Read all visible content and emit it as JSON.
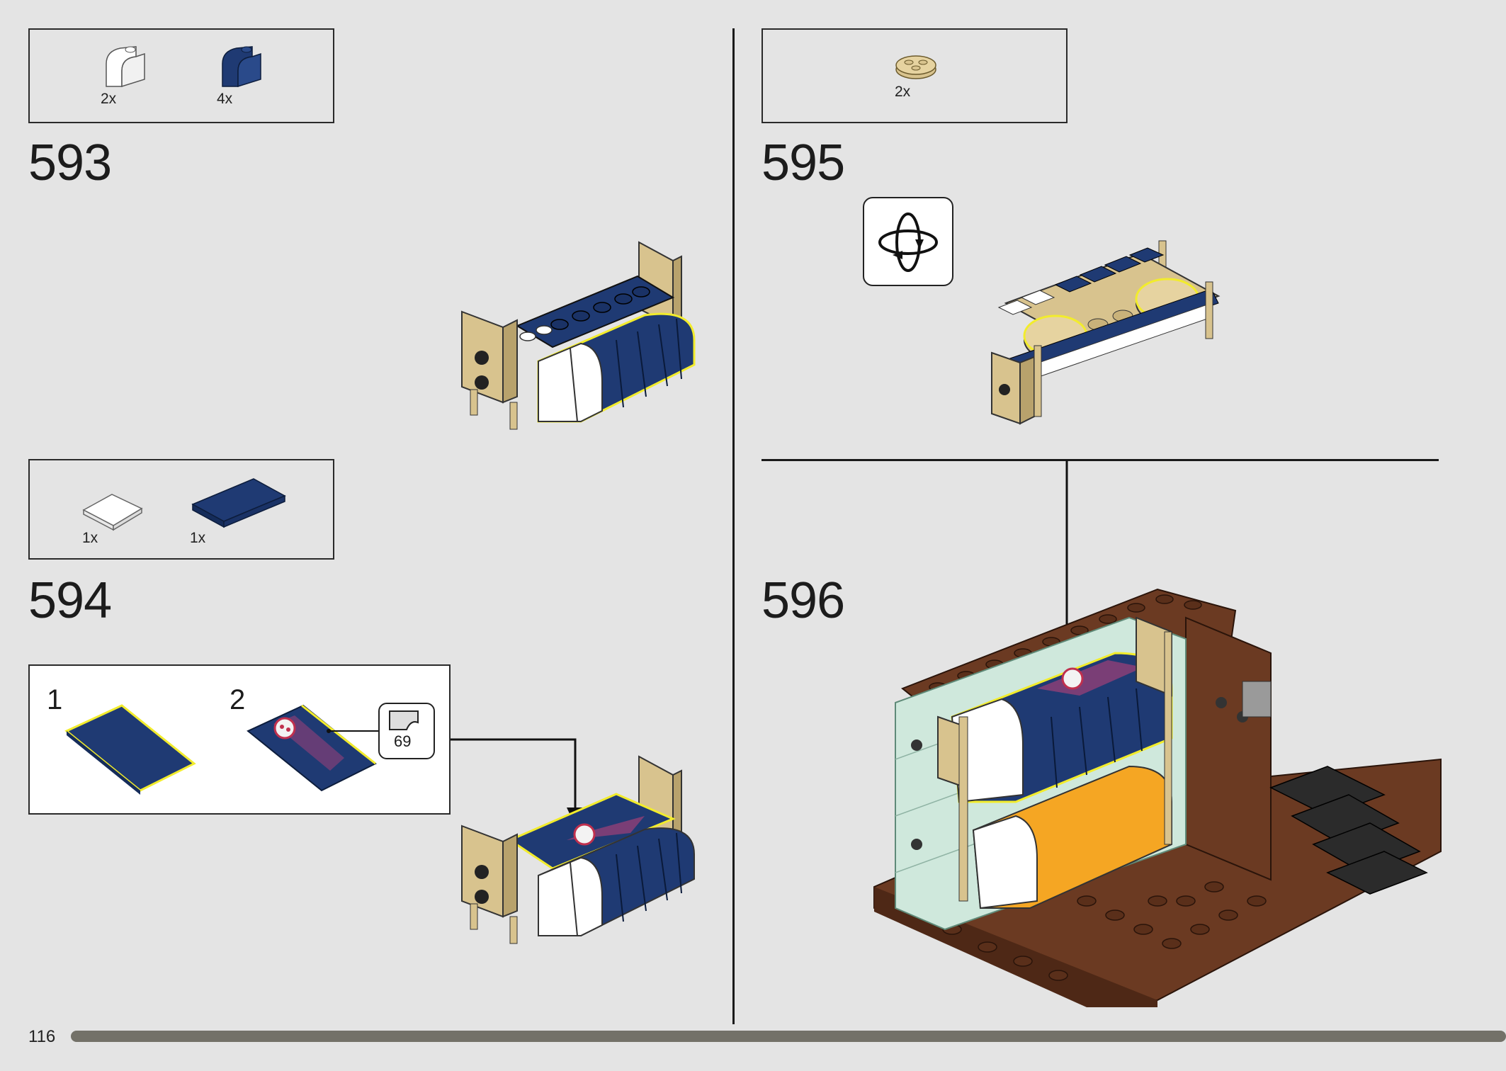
{
  "page": {
    "number": "116",
    "progress": 1.0
  },
  "steps": [
    {
      "number": "593",
      "parts": [
        {
          "name": "white-curved-slope-part",
          "color": "#ffffff",
          "qty": "2x"
        },
        {
          "name": "blue-curved-slope-part",
          "color": "#1f3a73",
          "qty": "4x"
        }
      ]
    },
    {
      "number": "594",
      "parts": [
        {
          "name": "white-tile-part",
          "color": "#ffffff",
          "qty": "1x"
        },
        {
          "name": "blue-tile-part",
          "color": "#1f3a73",
          "qty": "1x"
        }
      ],
      "substeps": [
        {
          "number": "1"
        },
        {
          "number": "2",
          "sticker_number": "69"
        }
      ]
    },
    {
      "number": "595",
      "parts": [
        {
          "name": "tan-round-plate-part",
          "color": "#d8c38e",
          "qty": "2x"
        }
      ]
    },
    {
      "number": "596",
      "parts": []
    }
  ],
  "colors": {
    "background": "#e4e4e4",
    "lego_blue": "#1f3a73",
    "lego_tan": "#d8c38e",
    "lego_brown": "#6b3a22",
    "lego_mint": "#cfe8dc",
    "lego_orange": "#f5a623",
    "highlight": "#f2ec2c"
  }
}
